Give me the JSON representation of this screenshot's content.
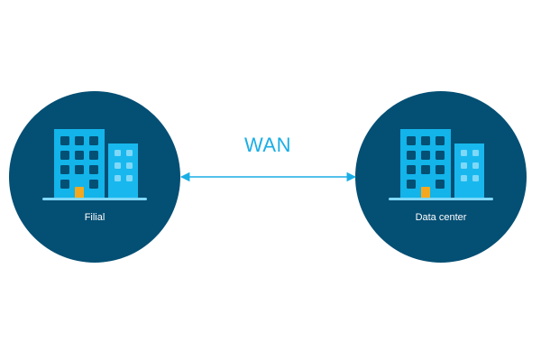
{
  "colors": {
    "node_fill": "#044f74",
    "building_main": "#12b4ea",
    "building_side": "#18b8ee",
    "window_main": "#044f74",
    "window_side": "#7fd8f8",
    "door": "#f4a81d",
    "ground": "#7fd8f8",
    "link": "#1aaee6",
    "label": "#ffffff"
  },
  "nodes": [
    {
      "id": "branch",
      "label": "Filial",
      "icon": "office-building-icon"
    },
    {
      "id": "datacenter",
      "label": "Data center",
      "icon": "office-building-icon"
    }
  ],
  "link": {
    "label": "WAN",
    "from": "branch",
    "to": "datacenter",
    "direction": "bidirectional"
  }
}
